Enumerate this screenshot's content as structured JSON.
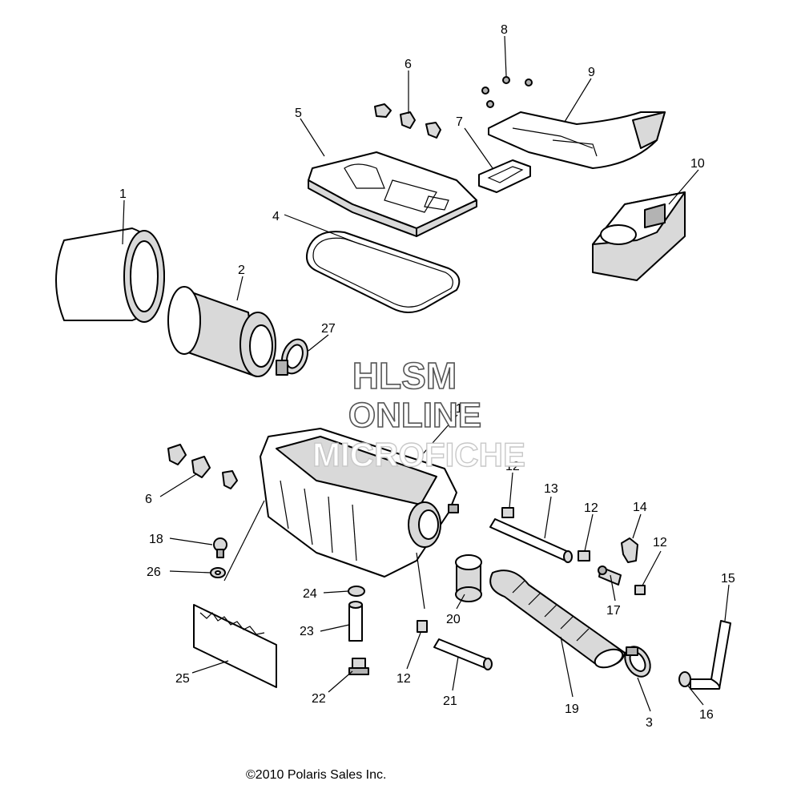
{
  "watermark": {
    "line1": "HLSM",
    "line2": "ONLINE",
    "line3": "MICROFICHE"
  },
  "copyright": "©2010 Polaris Sales Inc.",
  "callouts": {
    "c1": "1",
    "c2": "2",
    "c3": "3",
    "c4": "4",
    "c5": "5",
    "c6a": "6",
    "c6b": "6",
    "c7": "7",
    "c8": "8",
    "c9": "9",
    "c10": "10",
    "c11": "11",
    "c12a": "12",
    "c12b": "12",
    "c12c": "12",
    "c12d": "12",
    "c13": "13",
    "c14": "14",
    "c15": "15",
    "c16": "16",
    "c17": "17",
    "c18": "18",
    "c19": "19",
    "c20": "20",
    "c21": "21",
    "c22": "22",
    "c23": "23",
    "c24": "24",
    "c25": "25",
    "c26": "26",
    "c27": "27"
  }
}
